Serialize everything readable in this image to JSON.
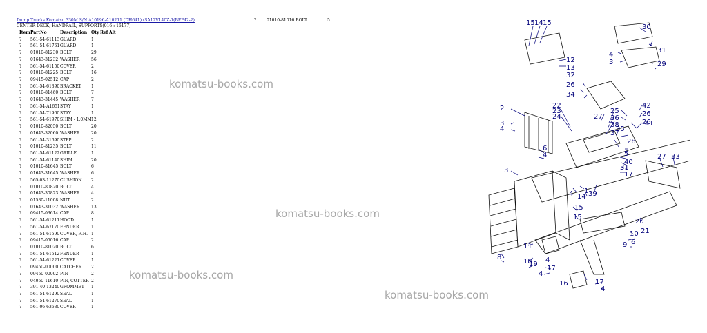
{
  "header": {
    "link_text": "Dump Trucks Komatsu 330M S/N A10196-A10211 (DH641) (SA12V140Z-1(BFP42-2)",
    "question_mark": "?",
    "part_number": "01010-81016  BOLT",
    "count": "5"
  },
  "subtitle": "CENTER DECK, HANDRAIL, SUPPORTS(016 : 16177)",
  "columns": {
    "item": "Item",
    "partno": "PartNo",
    "description": "Description",
    "qty": "Qty",
    "ref": "Ref",
    "alt": "Alt"
  },
  "rows": [
    {
      "item": "?",
      "partno": "561-54-61113",
      "description": "GUARD",
      "qty": "1"
    },
    {
      "item": "?",
      "partno": "561-54-61761",
      "description": "GUARD",
      "qty": "1"
    },
    {
      "item": "?",
      "partno": "01010-81230",
      "description": "BOLT",
      "qty": "29"
    },
    {
      "item": "?",
      "partno": "01643-31232",
      "description": "WASHER",
      "qty": "56"
    },
    {
      "item": "?",
      "partno": "561-54-61150",
      "description": "COVER",
      "qty": "2"
    },
    {
      "item": "?",
      "partno": "01010-81225",
      "description": "BOLT",
      "qty": "16"
    },
    {
      "item": "?",
      "partno": "09415-02512",
      "description": "CAP",
      "qty": "2"
    },
    {
      "item": "?",
      "partno": "561-54-61390",
      "description": "BRACKET",
      "qty": "1"
    },
    {
      "item": "?",
      "partno": "01010-81460",
      "description": "BOLT",
      "qty": "7"
    },
    {
      "item": "?",
      "partno": "01643-31445",
      "description": "WASHER",
      "qty": "7"
    },
    {
      "item": "?",
      "partno": "561-54-A1651",
      "description": "STAY",
      "qty": "1"
    },
    {
      "item": "?",
      "partno": "561-54-71960",
      "description": "STAY",
      "qty": "1"
    },
    {
      "item": "?",
      "partno": "561-54-61970",
      "description": "SHIM - 1.0MM",
      "qty": "12"
    },
    {
      "item": "?",
      "partno": "01010-82050",
      "description": "BOLT",
      "qty": "20"
    },
    {
      "item": "?",
      "partno": "01643-32060",
      "description": "WASHER",
      "qty": "20"
    },
    {
      "item": "?",
      "partno": "561-54-31690",
      "description": "STEP",
      "qty": "2"
    },
    {
      "item": "?",
      "partno": "01010-81235",
      "description": "BOLT",
      "qty": "11"
    },
    {
      "item": "?",
      "partno": "561-54-61122",
      "description": "GRILLE",
      "qty": "1"
    },
    {
      "item": "?",
      "partno": "561-54-61140",
      "description": "SHIM",
      "qty": "20"
    },
    {
      "item": "?",
      "partno": "01010-81645",
      "description": "BOLT",
      "qty": "6"
    },
    {
      "item": "?",
      "partno": "01643-31645",
      "description": "WASHER",
      "qty": "6"
    },
    {
      "item": "?",
      "partno": "565-03-11270",
      "description": "CUSHION",
      "qty": "2"
    },
    {
      "item": "?",
      "partno": "01010-80820",
      "description": "BOLT",
      "qty": "4"
    },
    {
      "item": "?",
      "partno": "01643-30823",
      "description": "WASHER",
      "qty": "4"
    },
    {
      "item": "?",
      "partno": "01580-11008",
      "description": "NUT",
      "qty": "2"
    },
    {
      "item": "?",
      "partno": "01643-31032",
      "description": "WASHER",
      "qty": "13"
    },
    {
      "item": "?",
      "partno": "09415-03614",
      "description": "CAP",
      "qty": "8"
    },
    {
      "item": "?",
      "partno": "561-54-61211",
      "description": "HOOD",
      "qty": "1"
    },
    {
      "item": "?",
      "partno": "561-54-67170",
      "description": "FENDER",
      "qty": "1"
    },
    {
      "item": "?",
      "partno": "561-54-61590",
      "description": "COVER, R.H.",
      "qty": "1"
    },
    {
      "item": "?",
      "partno": "09415-05016",
      "description": "CAP",
      "qty": "2"
    },
    {
      "item": "?",
      "partno": "01010-81020",
      "description": "BOLT",
      "qty": "6"
    },
    {
      "item": "?",
      "partno": "561-54-61512",
      "description": "FENDER",
      "qty": "1"
    },
    {
      "item": "?",
      "partno": "561-54-61221",
      "description": "COVER",
      "qty": "1"
    },
    {
      "item": "?",
      "partno": "09450-00000",
      "description": "CATCHER",
      "qty": "2"
    },
    {
      "item": "?",
      "partno": "09450-00002",
      "description": "PIN",
      "qty": "2"
    },
    {
      "item": "?",
      "partno": "04050-11610",
      "description": "PIN, COTTER",
      "qty": "2"
    },
    {
      "item": "?",
      "partno": "391-40-13240",
      "description": "GROMMET",
      "qty": "1"
    },
    {
      "item": "?",
      "partno": "561-54-61290",
      "description": "SEAL",
      "qty": "1"
    },
    {
      "item": "?",
      "partno": "561-54-61270",
      "description": "SEAL",
      "qty": "1"
    },
    {
      "item": "?",
      "partno": "561-06-63630",
      "description": "COVER",
      "qty": "1"
    }
  ],
  "watermarks": [
    "komatsu-books.com",
    "komatsu-books.com",
    "komatsu-books.com",
    "komatsu-books.com"
  ],
  "callouts": [
    "15",
    "14",
    "15",
    "30",
    "7",
    "12",
    "4",
    "31",
    "13",
    "3",
    "29",
    "32",
    "26",
    "34",
    "42",
    "2",
    "22",
    "23",
    "27",
    "25",
    "26",
    "36",
    "26",
    "3",
    "38",
    "37",
    "41",
    "4",
    "24",
    "35",
    "28",
    "6",
    "4",
    "5",
    "40",
    "27",
    "33",
    "31",
    "17",
    "3",
    "4",
    "1",
    "39",
    "14",
    "15",
    "15",
    "20",
    "21",
    "10",
    "6",
    "9",
    "11",
    "18",
    "19",
    "8",
    "4",
    "17",
    "4",
    "16",
    "17",
    "4"
  ],
  "colors": {
    "link": "#1a1aa6",
    "callout": "#00007a",
    "watermark": "#a7a7a7"
  }
}
